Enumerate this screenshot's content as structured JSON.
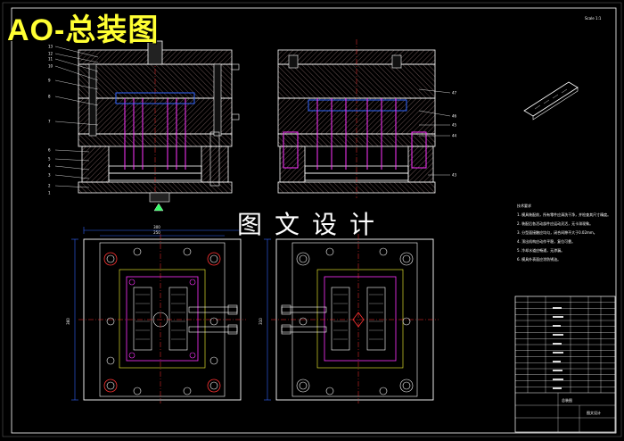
{
  "title": "AO-总装图",
  "watermark": "图文设计",
  "top_scale_note": "Scale 1:1",
  "section_callouts": [
    "13",
    "12",
    "11",
    "10",
    "9",
    "8",
    "7",
    "6",
    "5",
    "4",
    "3",
    "2",
    "1"
  ],
  "right_callouts": [
    "47",
    "46",
    "45",
    "44",
    "43"
  ],
  "dims": {
    "plan_left_width": "300",
    "plan_left_width2": "250",
    "plan_left_height": "360",
    "plan_right_height": "310"
  },
  "notes": {
    "heading": "技术要求",
    "lines": [
      "1. 模具装配前，所有零件应清洗干净，并检查其尺寸精度。",
      "2. 装配后各活动部件应运动灵活，无卡滞现象。",
      "3. 分型面接触应均匀，闭合间隙不大于0.02mm。",
      "4. 顶出机构应动作平稳，复位可靠。",
      "5. 冷却水道应畅通，无渗漏。",
      "6. 模具外表面应涂防锈油。"
    ]
  },
  "title_block": {
    "drawing_name": "总装图",
    "company": "图文设计",
    "rows": 16
  },
  "colors": {
    "background": "#000000",
    "line_main": "#ffffff",
    "line_magenta": "#ff33ff",
    "line_red": "#ff3333",
    "line_blue": "#3366ff",
    "line_yellow": "#ffff33",
    "line_green": "#33ff66",
    "hatch": "#cc9999"
  }
}
